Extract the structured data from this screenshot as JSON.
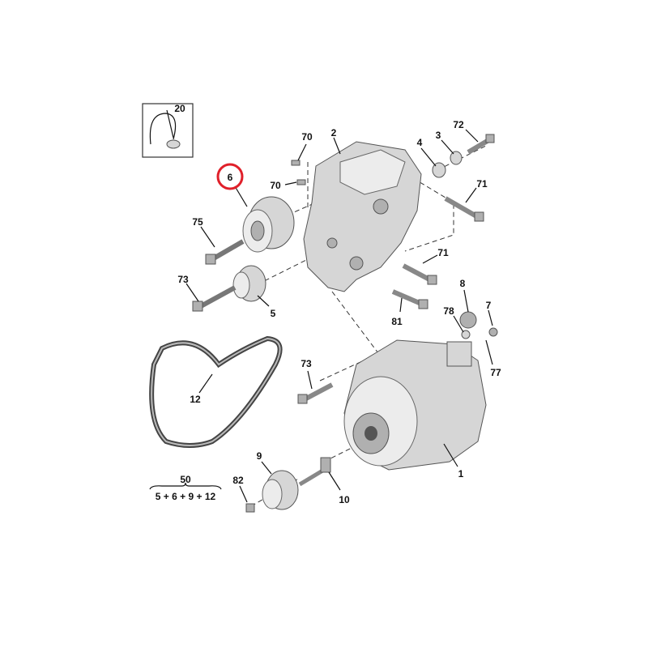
{
  "diagram": {
    "highlight_color": "#e0202a",
    "highlighted_part": "6",
    "labels": {
      "p20": "20",
      "p6": "6",
      "p70a": "70",
      "p2": "2",
      "p70b": "70",
      "p4": "4",
      "p3": "3",
      "p72": "72",
      "p71a": "71",
      "p75": "75",
      "p73a": "73",
      "p5": "5",
      "p71b": "71",
      "p8": "8",
      "p78": "78",
      "p7": "7",
      "p81": "81",
      "p77": "77",
      "p73b": "73",
      "p12": "12",
      "p1": "1",
      "p9": "9",
      "p82": "82",
      "p10": "10"
    },
    "kit": {
      "number": "50",
      "contents": "5 + 6 + 9 + 12"
    }
  }
}
